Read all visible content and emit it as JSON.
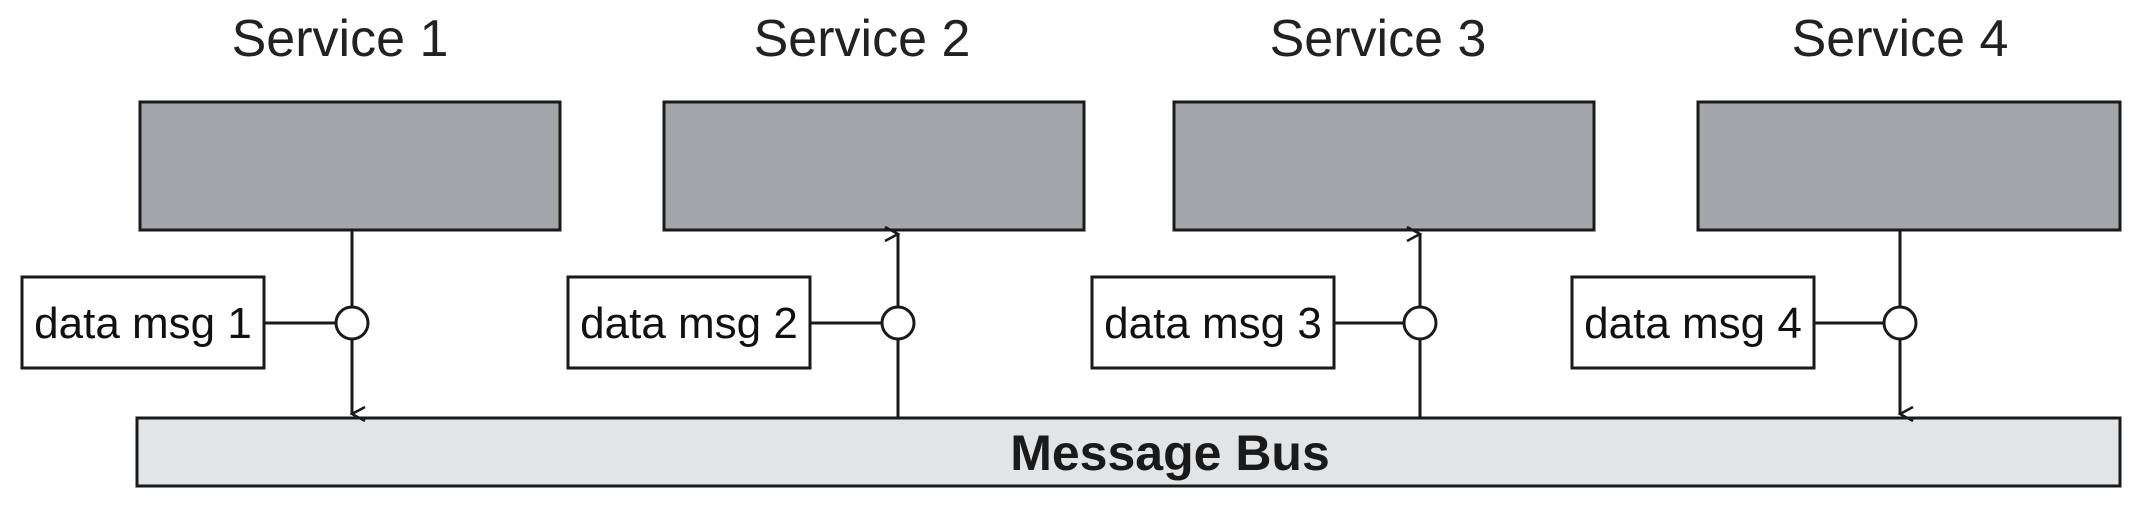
{
  "colors": {
    "service_box_fill": "#a5a6a9",
    "bus_fill": "#e2e4e6",
    "line": "#1a1a1a",
    "background": "#ffffff"
  },
  "bus": {
    "label": "Message Bus"
  },
  "services": [
    {
      "label": "Service 1",
      "message": "data msg 1",
      "direction": "to-bus"
    },
    {
      "label": "Service 2",
      "message": "data msg 2",
      "direction": "from-bus"
    },
    {
      "label": "Service 3",
      "message": "data msg 3",
      "direction": "from-bus"
    },
    {
      "label": "Service 4",
      "message": "data msg 4",
      "direction": "to-bus"
    }
  ]
}
